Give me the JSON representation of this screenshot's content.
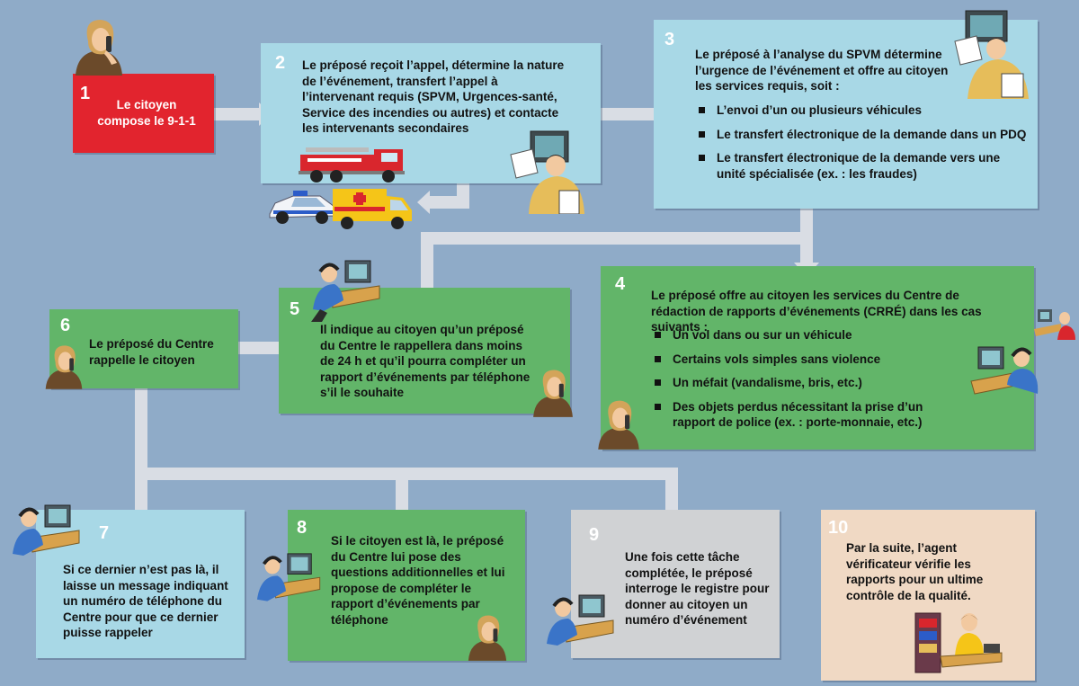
{
  "colors": {
    "background": "#8fabc8",
    "red": "#e2242e",
    "blue": "#a8d8e6",
    "green": "#62b569",
    "grey": "#d0d2d4",
    "beige": "#f0d9c4",
    "connector": "#d9dde4"
  },
  "steps": {
    "s1": {
      "num": "1",
      "text": "Le citoyen compose le 9-1-1"
    },
    "s2": {
      "num": "2",
      "text": "Le préposé reçoit l’appel, détermine la nature de l’événement, transfert l’appel à l’intervenant requis (SPVM, Urgences-santé, Service des incendies ou autres) et contacte les intervenants secondaires"
    },
    "s3": {
      "num": "3",
      "intro": "Le préposé à l’analyse du SPVM détermine l’urgence de l’événement et offre au citoyen les services requis, soit :",
      "items": [
        "L’envoi d’un ou plusieurs véhicules",
        "Le transfert électronique de la demande dans un PDQ",
        "Le transfert électronique de la demande vers une unité spécialisée (ex. : les fraudes)"
      ]
    },
    "s4": {
      "num": "4",
      "intro": "Le préposé offre au citoyen les services du Centre de rédaction de rapports d’événements (CRRÉ) dans les cas suivants :",
      "items": [
        "Un vol dans ou sur un véhicule",
        "Certains vols simples sans violence",
        "Un méfait (vandalisme, bris, etc.)",
        "Des objets perdus nécessitant la prise d’un rapport de police (ex. : porte-monnaie, etc.)"
      ]
    },
    "s5": {
      "num": "5",
      "text": "Il indique au citoyen qu’un préposé du Centre le rappellera dans moins de 24 h et qu’il pourra compléter un rapport d’événements par téléphone s’il le souhaite"
    },
    "s6": {
      "num": "6",
      "text": "Le préposé du Centre rappelle le citoyen"
    },
    "s7": {
      "num": "7",
      "text": "Si ce dernier n’est pas là, il laisse un message indiquant un numéro de téléphone du Centre pour que ce dernier puisse rappeler"
    },
    "s8": {
      "num": "8",
      "text": "Si le citoyen est là, le préposé du Centre lui pose des questions additionnelles et lui propose de compléter le rapport d’événements par téléphone"
    },
    "s9": {
      "num": "9",
      "text": "Une fois cette tâche complétée, le préposé interroge le registre pour donner au citoyen un numéro d’événement"
    },
    "s10": {
      "num": "10",
      "text": "Par la suite, l’agent vérificateur vérifie les rapports pour un ultime contrôle de la qualité."
    }
  }
}
